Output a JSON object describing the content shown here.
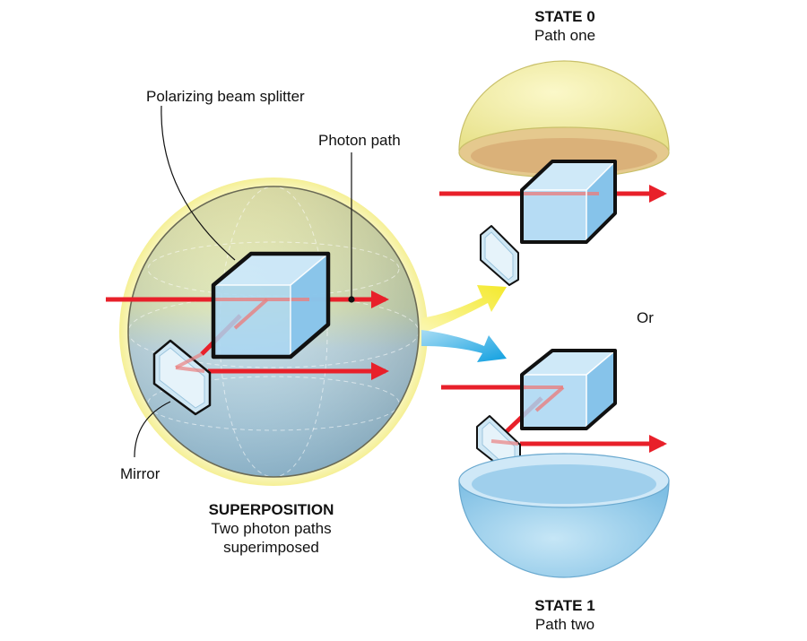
{
  "labels": {
    "beam_splitter": "Polarizing beam splitter",
    "photon_path": "Photon path",
    "mirror": "Mirror",
    "or": "Or"
  },
  "superposition": {
    "title": "SUPERPOSITION",
    "line1": "Two photon paths",
    "line2": "superimposed"
  },
  "state0": {
    "title": "STATE 0",
    "subtitle": "Path one"
  },
  "state1": {
    "title": "STATE 1",
    "subtitle": "Path two"
  },
  "colors": {
    "beam": "#e8202a",
    "yellow": "#f2ec3a",
    "blue": "#17a6e0",
    "cube_face": "#a9d6f2",
    "sphere_yellow": "#f3efa6",
    "sphere_blue": "#a9d5ef"
  }
}
